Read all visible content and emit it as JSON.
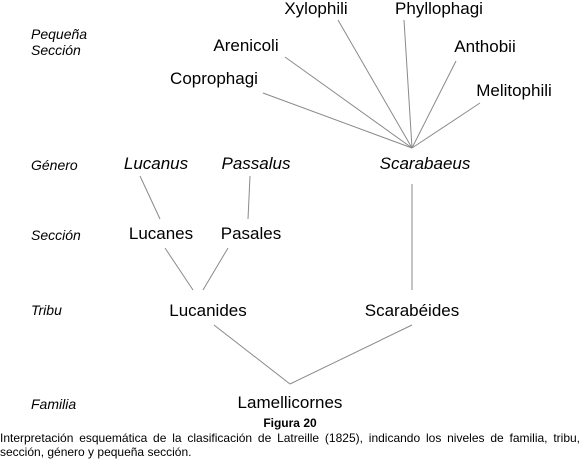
{
  "levels": {
    "pequena_seccion_1": "Pequeña",
    "pequena_seccion_2": "Sección",
    "genero": "Género",
    "seccion": "Sección",
    "tribu": "Tribu",
    "familia": "Familia"
  },
  "taxa": {
    "xylophili": "Xylophili",
    "phyllophagi": "Phyllophagi",
    "arenicoli": "Arenicoli",
    "anthobii": "Anthobii",
    "coprophagi": "Coprophagi",
    "melitophili": "Melitophili",
    "lucanus": "Lucanus",
    "passalus": "Passalus",
    "scarabaeus": "Scarabaeus",
    "lucanes": "Lucanes",
    "pasales": "Pasales",
    "lucanides": "Lucanides",
    "scarabeides": "Scarabéides",
    "lamellicornes": "Lamellicornes"
  },
  "figure": {
    "title": "Figura 20",
    "caption": "Interpretación esquemática de la clasificación de Latreille (1825), indicando los niveles de familia, tribu, sección, género y pequeña sección."
  }
}
